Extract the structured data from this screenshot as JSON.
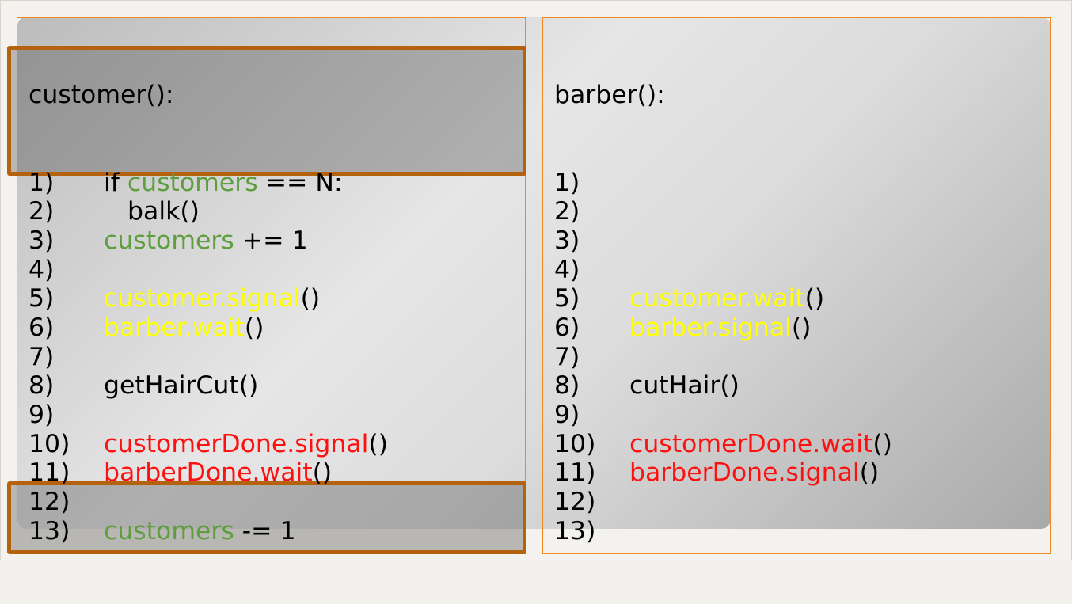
{
  "customer": {
    "header": "customer():",
    "lines": [
      {
        "num": "1)",
        "segments": [
          {
            "text": "if ",
            "color": "black"
          },
          {
            "text": "customers",
            "color": "green"
          },
          {
            "text": " == N:",
            "color": "black"
          }
        ]
      },
      {
        "num": "2)",
        "segments": [
          {
            "text": "   balk()",
            "color": "black"
          }
        ]
      },
      {
        "num": "3)",
        "segments": [
          {
            "text": "customers",
            "color": "green"
          },
          {
            "text": " += 1",
            "color": "black"
          }
        ]
      },
      {
        "num": "4)",
        "segments": []
      },
      {
        "num": "5)",
        "segments": [
          {
            "text": "customer.signal",
            "color": "yellow"
          },
          {
            "text": "()",
            "color": "black"
          }
        ]
      },
      {
        "num": "6)",
        "segments": [
          {
            "text": "barber.wait",
            "color": "yellow"
          },
          {
            "text": "()",
            "color": "black"
          }
        ]
      },
      {
        "num": "7)",
        "segments": []
      },
      {
        "num": "8)",
        "segments": [
          {
            "text": "getHairCut()",
            "color": "black"
          }
        ]
      },
      {
        "num": "9)",
        "segments": []
      },
      {
        "num": "10)",
        "segments": [
          {
            "text": "customerDone.signal",
            "color": "red"
          },
          {
            "text": "()",
            "color": "black"
          }
        ]
      },
      {
        "num": "11)",
        "segments": [
          {
            "text": "barberDone.wait",
            "color": "red"
          },
          {
            "text": "()",
            "color": "black"
          }
        ]
      },
      {
        "num": "12)",
        "segments": []
      },
      {
        "num": "13)",
        "segments": [
          {
            "text": "customers",
            "color": "green"
          },
          {
            "text": " -= 1",
            "color": "black"
          }
        ]
      }
    ]
  },
  "barber": {
    "header": "barber():",
    "lines": [
      {
        "num": "1)",
        "segments": []
      },
      {
        "num": "2)",
        "segments": []
      },
      {
        "num": "3)",
        "segments": []
      },
      {
        "num": "4)",
        "segments": []
      },
      {
        "num": "5)",
        "segments": [
          {
            "text": "customer.wait",
            "color": "yellow"
          },
          {
            "text": "()",
            "color": "black"
          }
        ]
      },
      {
        "num": "6)",
        "segments": [
          {
            "text": "barber.signal",
            "color": "yellow"
          },
          {
            "text": "()",
            "color": "black"
          }
        ]
      },
      {
        "num": "7)",
        "segments": []
      },
      {
        "num": "8)",
        "segments": [
          {
            "text": "cutHair()",
            "color": "black"
          }
        ]
      },
      {
        "num": "9)",
        "segments": []
      },
      {
        "num": "10)",
        "segments": [
          {
            "text": "customerDone.wait",
            "color": "red"
          },
          {
            "text": "()",
            "color": "black"
          }
        ]
      },
      {
        "num": "11)",
        "segments": [
          {
            "text": "barberDone.signal",
            "color": "red"
          },
          {
            "text": "()",
            "color": "black"
          }
        ]
      },
      {
        "num": "12)",
        "segments": []
      },
      {
        "num": "13)",
        "segments": []
      }
    ]
  },
  "colors": {
    "black": "#000000",
    "green": "#5e9e3f",
    "yellow": "#ffff00",
    "red": "#ff1010",
    "panel_border": "#ef8a23",
    "highlight_border": "#b5620f"
  }
}
